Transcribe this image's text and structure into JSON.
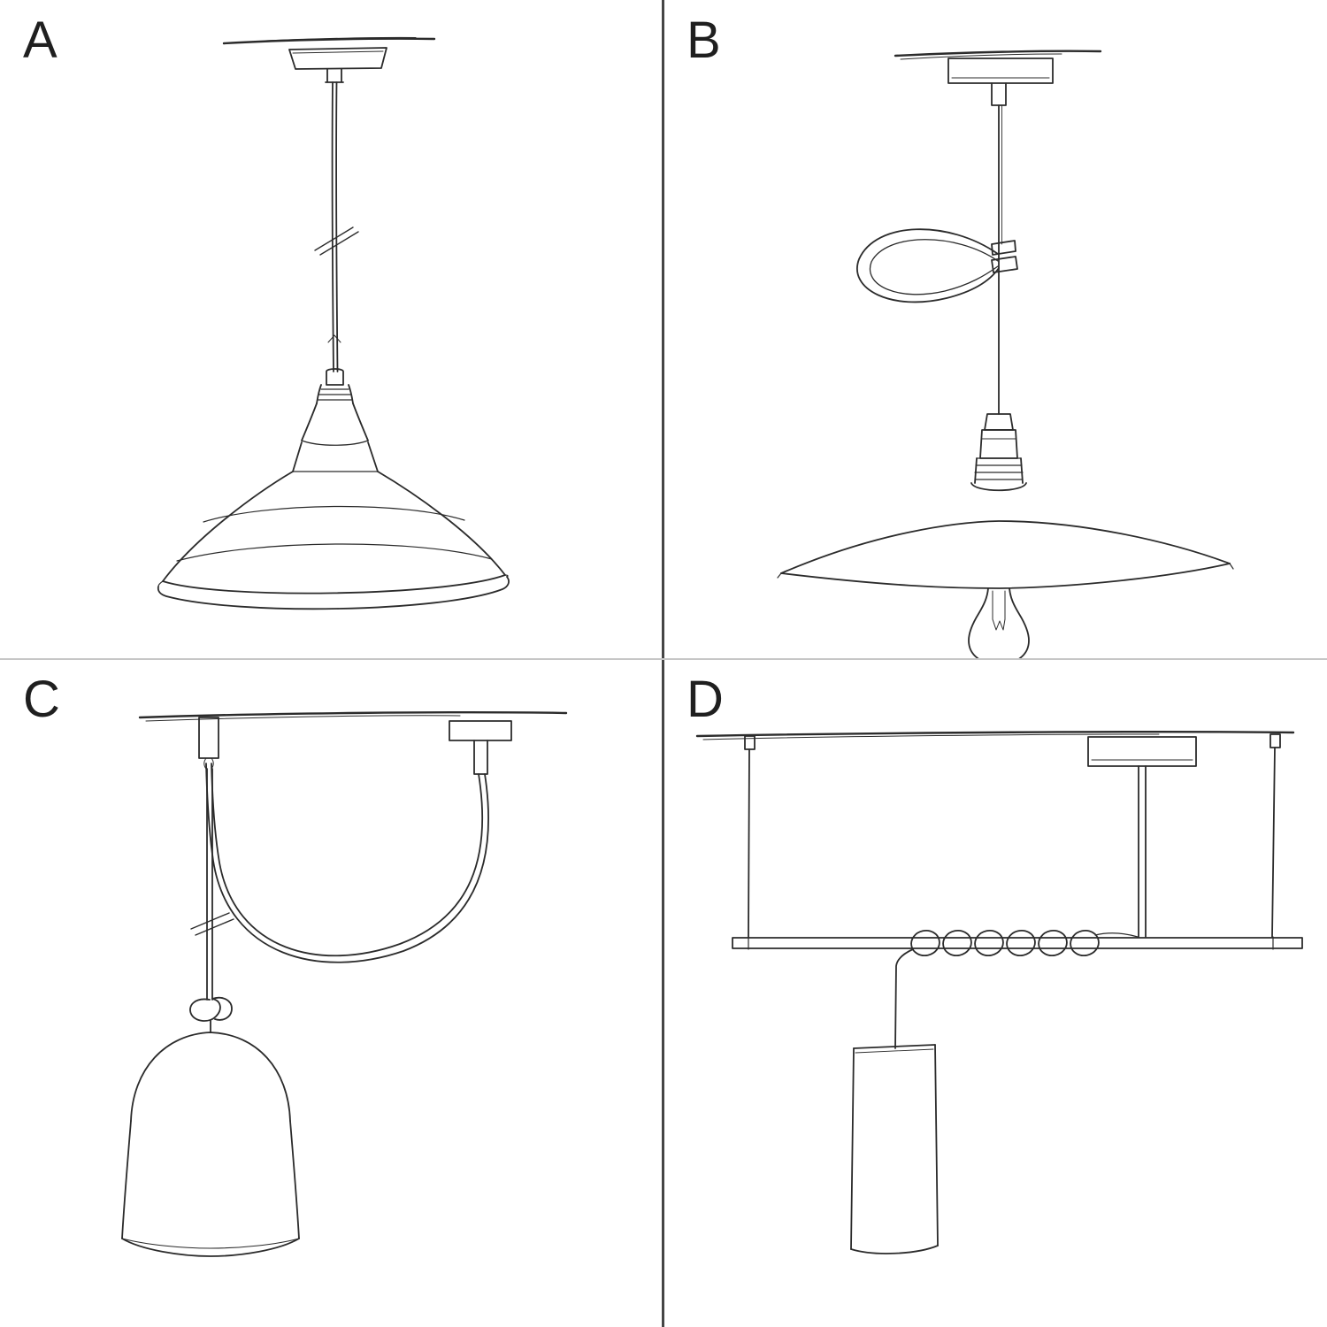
{
  "page": {
    "background_color": "#ffffff",
    "sketch_stroke_color": "#2b2b2b",
    "vertical_divider_color": "#454545",
    "horizontal_divider_color": "#c6c6c6"
  },
  "panels": [
    {
      "label": "A",
      "sketch": "pendant-cord-with-industrial-bowl-shade-sketch"
    },
    {
      "label": "B",
      "sketch": "pendant-cord-with-flat-plate-shade-and-bulb-sketch"
    },
    {
      "label": "C",
      "sketch": "swag-pendant-with-hook-knot-and-bell-shade-sketch"
    },
    {
      "label": "D",
      "sketch": "suspended-bar-with-coiled-cord-and-tube-shade-sketch"
    }
  ]
}
